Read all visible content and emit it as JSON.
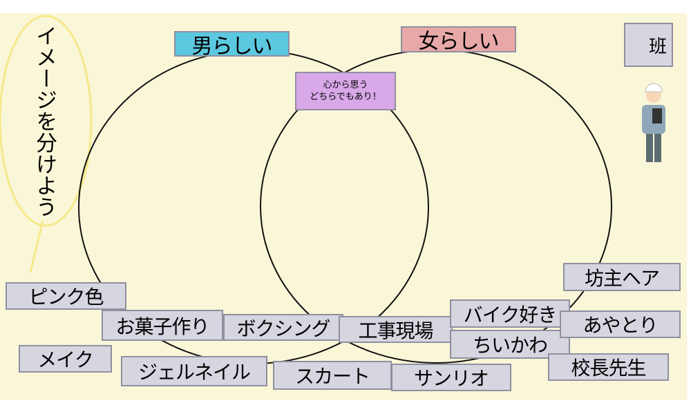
{
  "slide": {
    "vertical_title": "イメージを分けよう",
    "group_label": "班",
    "categories": {
      "male": {
        "label": "男らしい",
        "color": "#5bc8e0"
      },
      "female": {
        "label": "女らしい",
        "color": "#e8a8a8"
      },
      "both": {
        "line1": "心から思う",
        "line2": "どちらでもあり！",
        "color": "#d8a8e8"
      }
    },
    "words": [
      "ピンク色",
      "お菓子作り",
      "ボクシング",
      "工事現場",
      "バイク好き",
      "ちいかわ",
      "坊主ヘア",
      "あやとり",
      "校長先生",
      "メイク",
      "ジェルネイル",
      "スカート",
      "サンリオ"
    ]
  }
}
